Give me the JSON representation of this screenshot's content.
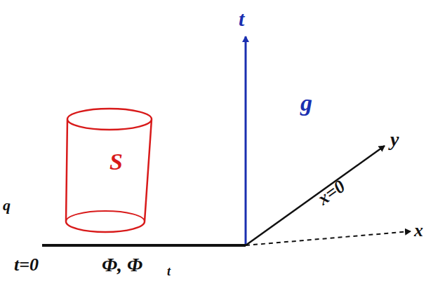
{
  "diagram": {
    "nodes": [
      {
        "text": [
          "S"
        ]
      }
    ],
    "labels": [
      "t",
      "g",
      "y",
      "x=0",
      "x",
      "q",
      "t=0",
      "Φ, Φ",
      "t"
    ]
  }
}
